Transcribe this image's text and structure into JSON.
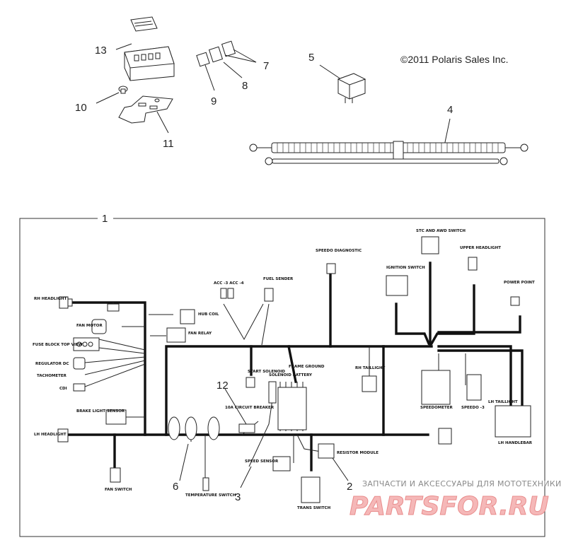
{
  "copyright": "©2011 Polaris Sales Inc.",
  "callouts": {
    "c1": "1",
    "c2": "2",
    "c3": "3",
    "c4": "4",
    "c5": "5",
    "c6": "6",
    "c7": "7",
    "c8": "8",
    "c9": "9",
    "c10": "10",
    "c11": "11",
    "c12": "12",
    "c13": "13"
  },
  "labels": {
    "rh_headlight": "RH HEADLIGHT",
    "lh_headlight": "LH HEADLIGHT",
    "fan_motor": "FAN MOTOR",
    "hub_coil": "HUB COIL",
    "fan_relay": "FAN RELAY",
    "fuse_block": "FUSE BLOCK TOP VIEW",
    "regulator": "REGULATOR DC",
    "tachometer": "TACHOMETER",
    "cdi": "CDI",
    "brake_light": "BRAKE LIGHT SENSOR",
    "fan_switch": "FAN SWITCH",
    "acc": "ACC -3  ACC -4",
    "fuel_sender": "FUEL SENDER",
    "speedo_diag": "SPEEDO DIAGNOSTIC",
    "ignition": "IGNITION SWITCH",
    "stc_awd": "STC AND AWD SWITCH",
    "upper_headlight": "UPPER HEADLIGHT",
    "power_point": "POWER POINT",
    "rh_taillight": "RH TAILLIGHT",
    "start_solenoid": "START SOLENOID",
    "solenoid_battery": "SOLENOID BATTERY",
    "frame_ground": "FRAME GROUND",
    "circuit_breaker": "10A CIRCUIT BREAKER",
    "speedometer": "SPEEDOMETER",
    "speedo_3": "SPEEDO -3",
    "speed_sensor": "SPEED SENSOR",
    "resistor_module": "RESISTOR MODULE",
    "lh_taillight": "LH TAILLIGHT",
    "handlebar": "LH HANDLEBAR",
    "temp_switch": "TEMPERATURE SWITCH",
    "trans_switch": "TRANS SWITCH"
  },
  "watermark": {
    "subtitle": "ЗАПЧАСТИ И АКСЕССУАРЫ ДЛЯ МОТОТЕХНИКИ",
    "brand": "PARTSFOR.RU",
    "color_fill": "#f5b8b8",
    "color_stroke": "#e98d8d"
  }
}
